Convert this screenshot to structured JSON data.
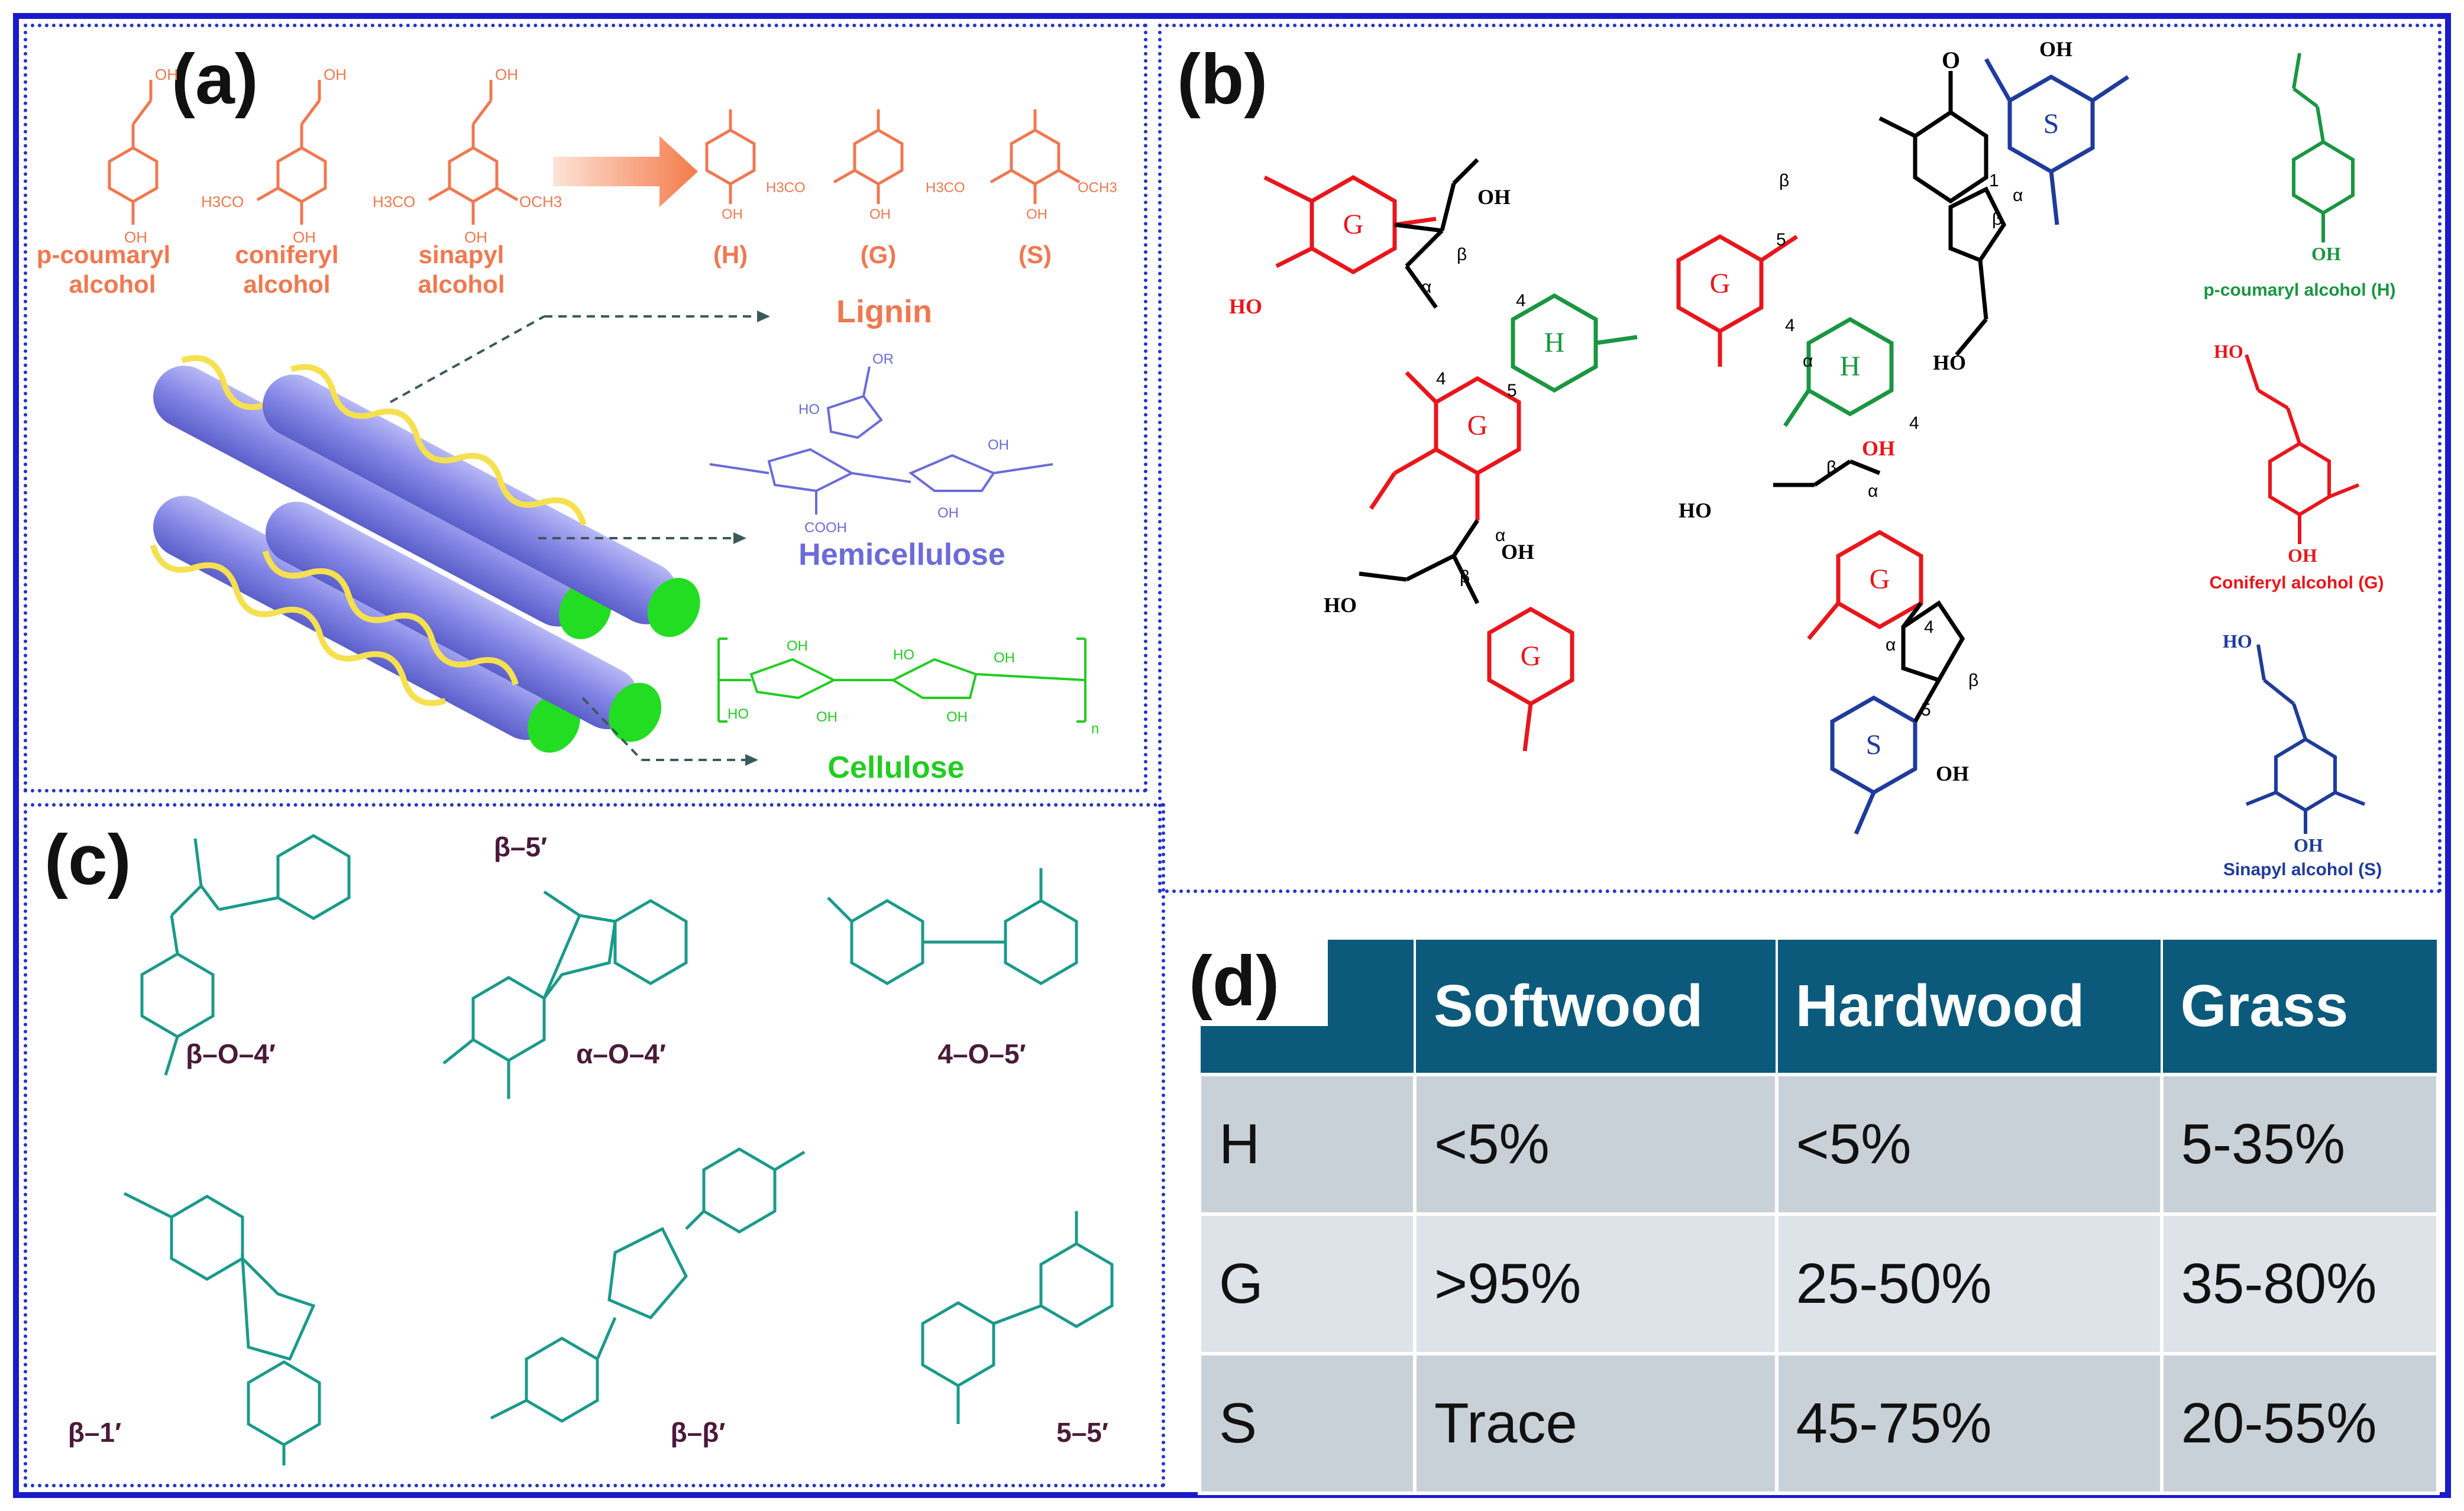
{
  "panels": {
    "a": {
      "label": "(a)",
      "monomers": [
        {
          "line1": "p-coumaryl",
          "line2": "alcohol"
        },
        {
          "line1": "coniferyl",
          "line2": "alcohol"
        },
        {
          "line1": "sinapyl",
          "line2": "alcohol"
        }
      ],
      "units": [
        "(H)",
        "(G)",
        "(S)"
      ],
      "groups": {
        "oh": "OH",
        "h3co": "H3CO",
        "och3": "OCH3",
        "or": "OR",
        "ho": "HO",
        "cooh": "COOH",
        "n": "n"
      },
      "lignin": "Lignin",
      "hemicellulose": "Hemicellulose",
      "cellulose": "Cellulose"
    },
    "b": {
      "label": "(b)",
      "ring_labels": {
        "g": "G",
        "h": "H",
        "s": "S"
      },
      "atoms": {
        "oh": "OH",
        "ho": "HO",
        "o": "O"
      },
      "positions": {
        "alpha": "α",
        "beta": "β",
        "four": "4",
        "five": "5",
        "one": "1"
      },
      "legend": {
        "h": "p-coumaryl alcohol (H)",
        "g": "Coniferyl alcohol (G)",
        "s": "Sinapyl alcohol (S)"
      },
      "colors": {
        "h": "#1a9641",
        "g": "#e8161c",
        "s": "#1f3b9b",
        "black": "#000000"
      }
    },
    "c": {
      "label": "(c)",
      "linkages": [
        "β–O–4′",
        "β–5′",
        "α–O–4′",
        "4–O–5′",
        "β–1′",
        "β–β′",
        "5–5′"
      ],
      "color": "#1a9a8a"
    },
    "d": {
      "label": "(d)",
      "header": [
        "",
        "Softwood",
        "Hardwood",
        "Grass"
      ],
      "rows": [
        [
          "H",
          "<5%",
          "<5%",
          "5-35%"
        ],
        [
          "G",
          ">95%",
          "25-50%",
          "35-80%"
        ],
        [
          "S",
          "Trace",
          "45-75%",
          "20-55%"
        ]
      ]
    }
  }
}
